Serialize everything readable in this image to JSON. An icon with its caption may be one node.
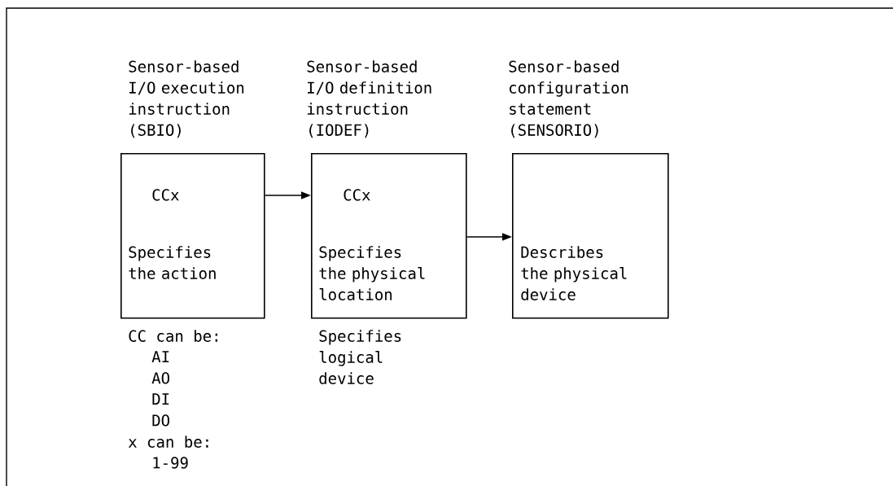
{
  "diagram": {
    "nodes": [
      {
        "text": [
          "Sensor-based I/O execution instruction (SBIO)",
          "CCx",
          "Specifies the action"
        ],
        "beside": [
          "CC can be:",
          "AI",
          "AO",
          "DI",
          "DO",
          "x can be:",
          "1-99"
        ]
      },
      {
        "text": [
          "Sensor-based I/O definition instruction (IODEF)",
          "CCx",
          "Specifies the physical location"
        ],
        "beside": [
          "Specifies logical device"
        ]
      },
      {
        "text": [
          "Sensor-based configuration statement (SENSORIO)",
          "Describes the physical device"
        ]
      }
    ],
    "edges": [
      {
        "from": 0,
        "to": 1,
        "arrow": "to"
      },
      {
        "from": 1,
        "to": 2,
        "arrow": "to"
      }
    ]
  }
}
